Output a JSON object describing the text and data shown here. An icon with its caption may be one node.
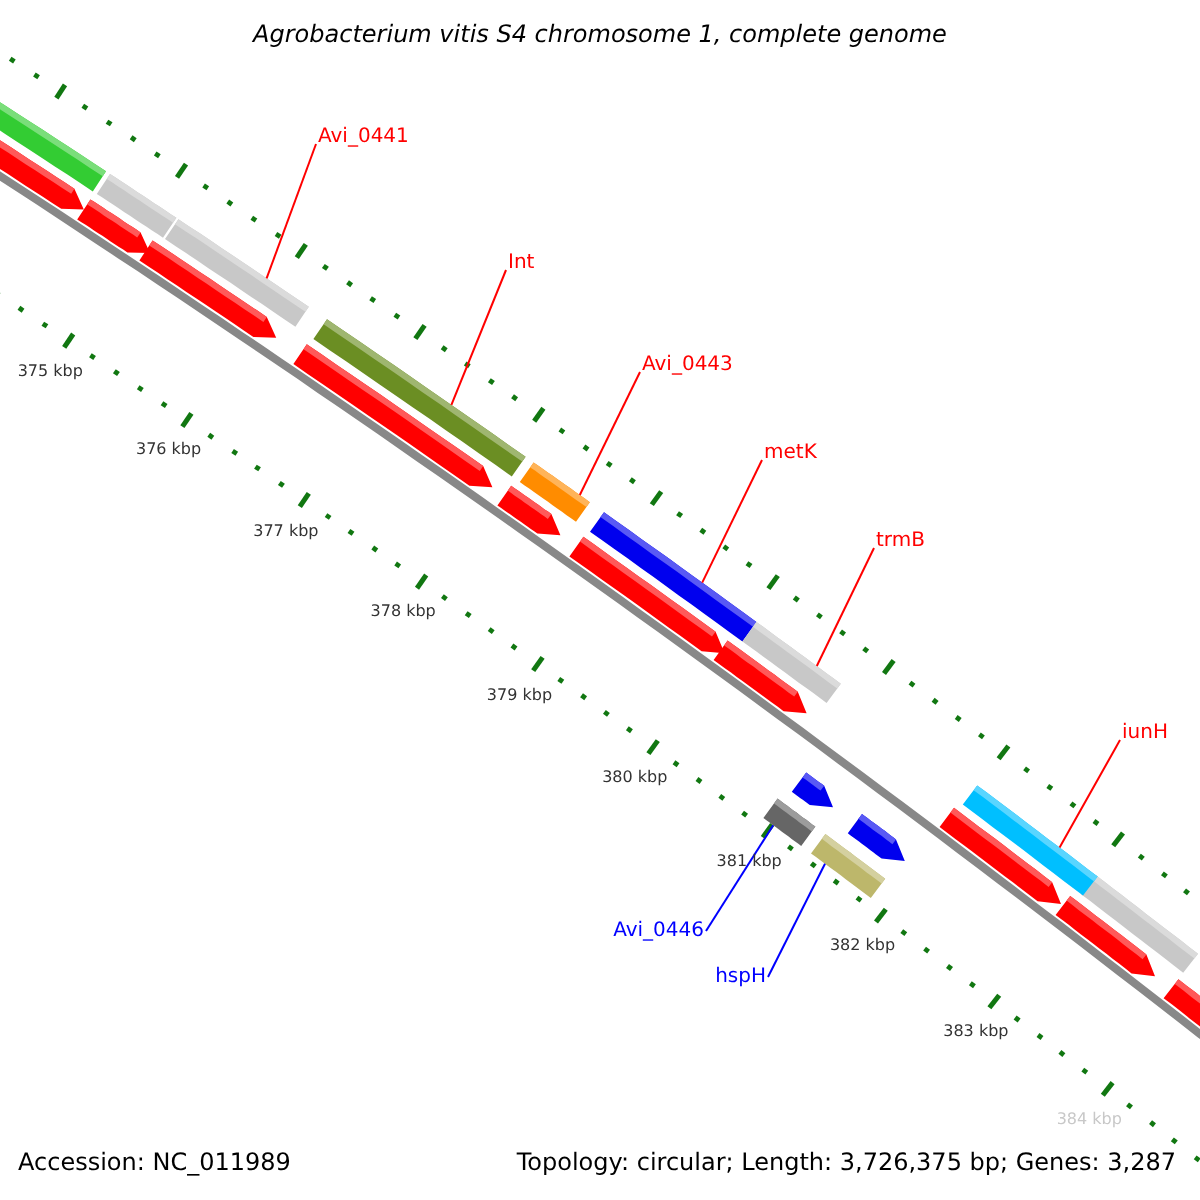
{
  "diagram": {
    "title": "Agrobacterium vitis S4 chromosome 1, complete genome",
    "nodes": [
      {
        "text": [
          "Avi_0441"
        ]
      },
      {
        "text": [],
        "shape": "bar"
      },
      {
        "text": [
          "Int"
        ]
      },
      {
        "text": [],
        "shape": "bar"
      },
      {
        "text": [
          "Avi_0443"
        ]
      },
      {
        "text": [],
        "shape": "bar"
      },
      {
        "text": [
          "metK"
        ]
      },
      {
        "text": [],
        "shape": "bar"
      },
      {
        "text": [
          "trmB"
        ]
      },
      {
        "text": [],
        "shape": "bar"
      },
      {
        "text": [
          "iunH"
        ]
      },
      {
        "text": [],
        "shape": "bar"
      },
      {
        "text": [
          "Avi_0446"
        ]
      },
      {
        "text": [],
        "shape": "bar"
      },
      {
        "text": [
          "hspH"
        ]
      },
      {
        "text": [],
        "shape": "bar"
      }
    ],
    "edges": [
      {
        "from": 0,
        "to": 1,
        "arrow": "none"
      },
      {
        "from": 2,
        "to": 3,
        "arrow": "none"
      },
      {
        "from": 4,
        "to": 5,
        "arrow": "none"
      },
      {
        "from": 6,
        "to": 7,
        "arrow": "none"
      },
      {
        "from": 8,
        "to": 9,
        "arrow": "none"
      },
      {
        "from": 10,
        "to": 11,
        "arrow": "none"
      },
      {
        "from": 12,
        "to": 13,
        "arrow": "none",
        "color": "#0000ff"
      },
      {
        "from": 14,
        "to": 15,
        "arrow": "none",
        "color": "#0000ff"
      }
    ],
    "labels": [
      "375 kbp",
      "376 kbp",
      "377 kbp",
      "378 kbp",
      "379 kbp",
      "380 kbp",
      "381 kbp",
      "382 kbp",
      "383 kbp",
      "384 kbp",
      "Accession: NC_011989",
      "Topology: circular; Length: 3,726,375 bp; Genes: 3,287"
    ]
  }
}
